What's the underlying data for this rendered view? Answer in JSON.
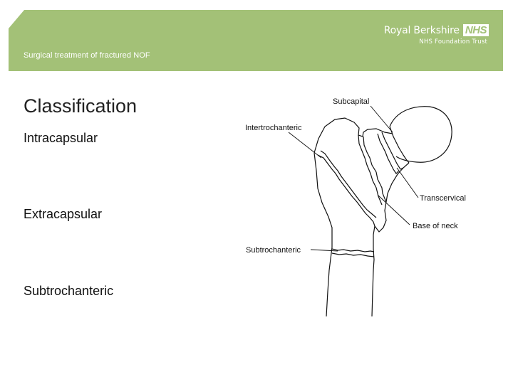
{
  "banner": {
    "subtitle": "Surgical treatment of fractured NOF",
    "brand_name": "Royal Berkshire",
    "brand_logo": "NHS",
    "brand_trust": "NHS Foundation Trust",
    "color": "#a3c177"
  },
  "content": {
    "heading": "Classification",
    "items": [
      "Intracapsular",
      "Extracapsular",
      "Subtrochanteric"
    ]
  },
  "diagram": {
    "labels": {
      "subcapital": "Subcapital",
      "intertrochanteric": "Intertrochanteric",
      "transcervical": "Transcervical",
      "base_of_neck": "Base of neck",
      "subtrochanteric": "Subtrochanteric"
    }
  }
}
